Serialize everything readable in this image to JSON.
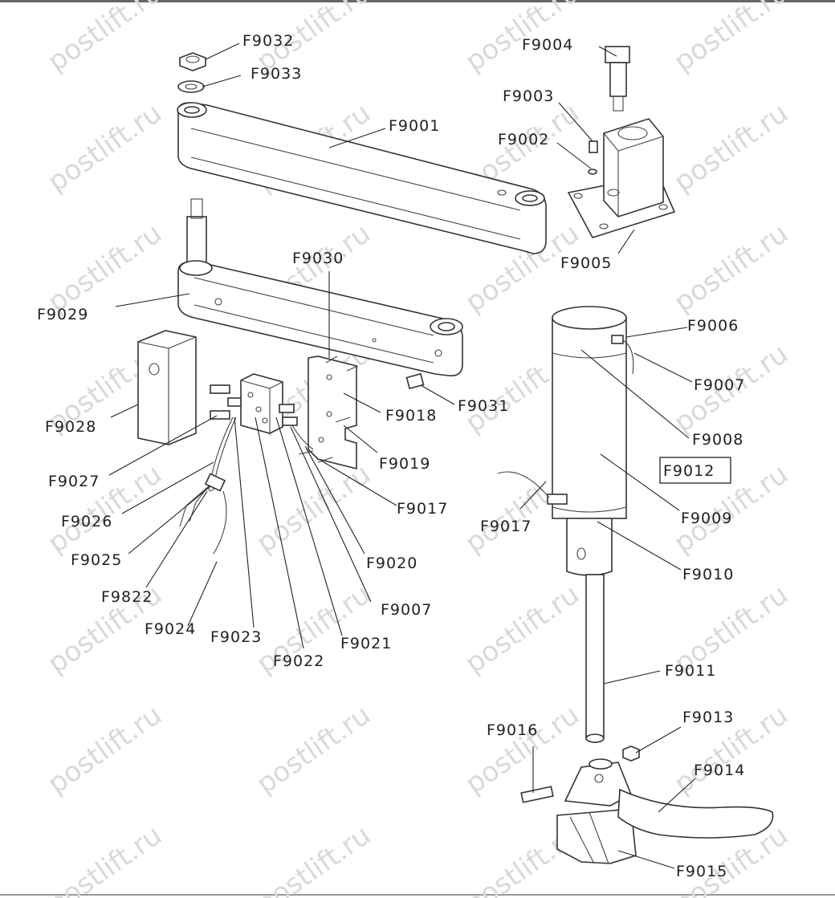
{
  "watermark": "postlift.ru",
  "labels": {
    "F9032": "F9032",
    "F9033": "F9033",
    "F9001": "F9001",
    "F9004": "F9004",
    "F9003": "F9003",
    "F9002": "F9002",
    "F9005": "F9005",
    "F9030": "F9030",
    "F9029": "F9029",
    "F9006": "F9006",
    "F9007a": "F9007",
    "F9028": "F9028",
    "F9018": "F9018",
    "F9031": "F9031",
    "F9008": "F9008",
    "F9012": "F9012",
    "F9027": "F9027",
    "F9019": "F9019",
    "F9017a": "F9017",
    "F9017b": "F9017",
    "F9009": "F9009",
    "F9026": "F9026",
    "F9025": "F9025",
    "F9020": "F9020",
    "F9010": "F9010",
    "F9822": "F9822",
    "F9007b": "F9007",
    "F9024": "F9024",
    "F9023": "F9023",
    "F9021": "F9021",
    "F9022": "F9022",
    "F9011": "F9011",
    "F9013": "F9013",
    "F9016": "F9016",
    "F9014": "F9014",
    "F9015": "F9015"
  }
}
